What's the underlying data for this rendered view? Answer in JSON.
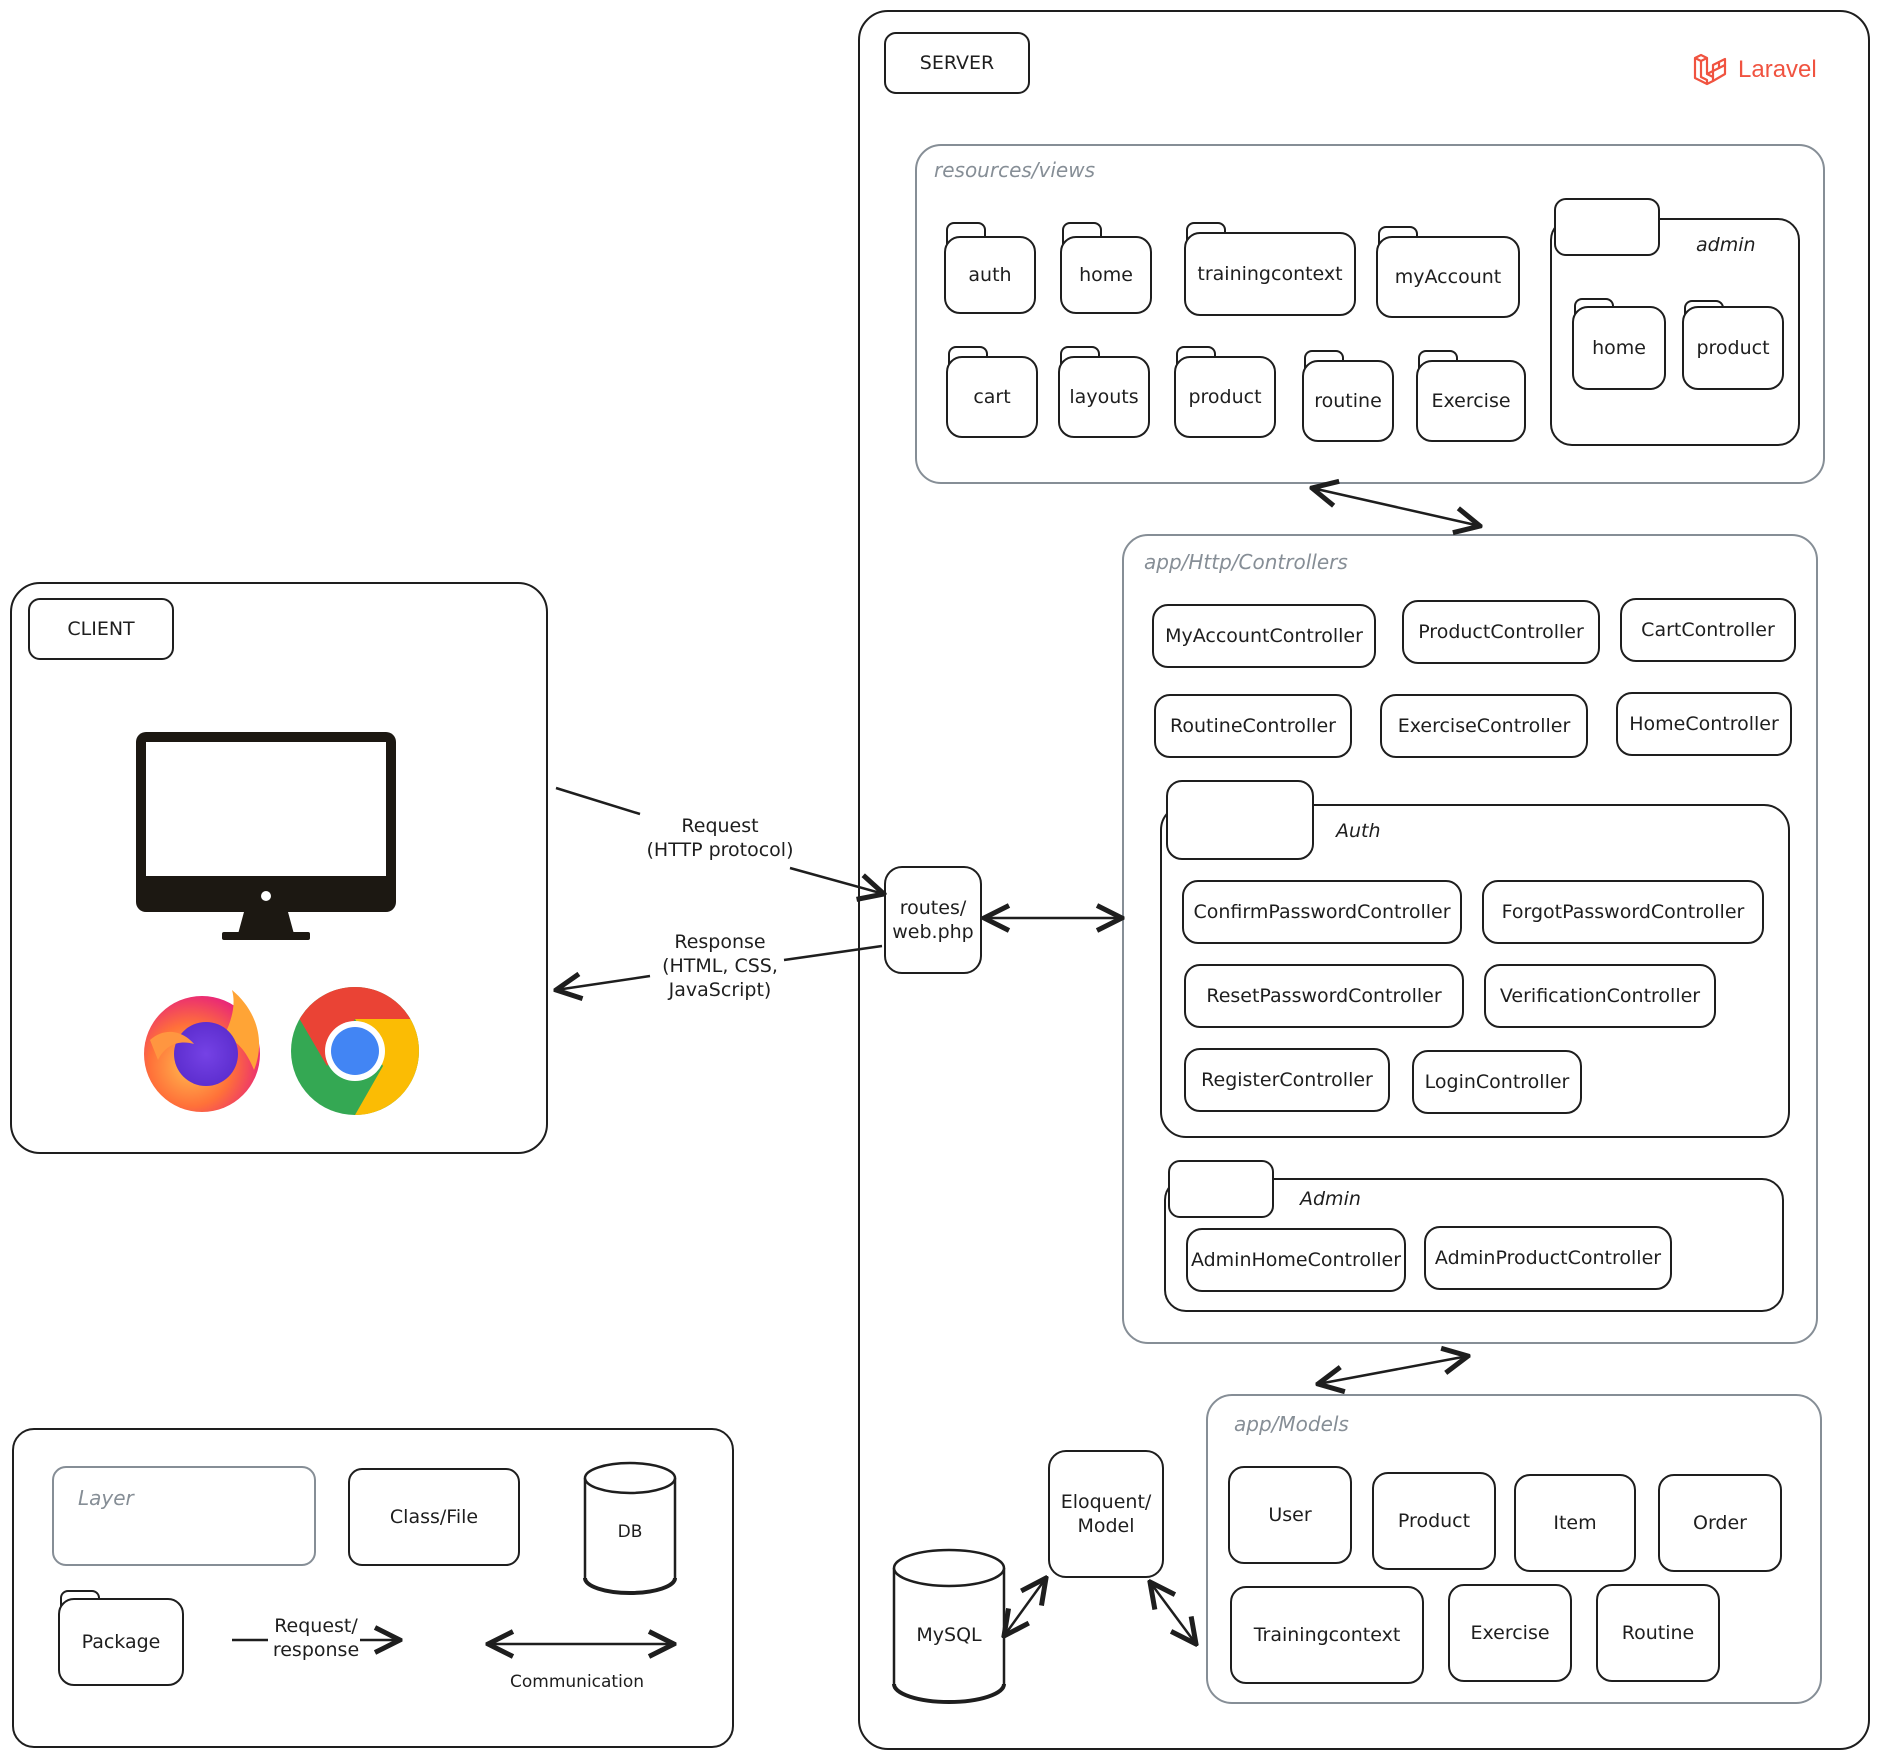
{
  "client": {
    "title": "CLIENT"
  },
  "server": {
    "title": "SERVER",
    "brand": "Laravel",
    "brand_color": "#f05340"
  },
  "views": {
    "label": "resources/views",
    "folders": [
      "auth",
      "home",
      "trainingcontext",
      "myAccount",
      "cart",
      "layouts",
      "product",
      "routine",
      "Exercise"
    ],
    "admin": {
      "label": "admin",
      "folders": [
        "home",
        "product"
      ]
    }
  },
  "controllers": {
    "label": "app/Http/Controllers",
    "items": [
      "MyAccountController",
      "ProductController",
      "CartController",
      "RoutineController",
      "ExerciseController",
      "HomeController"
    ],
    "auth": {
      "label": "Auth",
      "items": [
        "ConfirmPasswordController",
        "ForgotPasswordController",
        "ResetPasswordController",
        "VerificationController",
        "RegisterController",
        "LoginController"
      ]
    },
    "admin": {
      "label": "Admin",
      "items": [
        "AdminHomeController",
        "AdminProductController"
      ]
    }
  },
  "models": {
    "label": "app/Models",
    "items": [
      "User",
      "Product",
      "Item",
      "Order",
      "Trainingcontext",
      "Exercise",
      "Routine"
    ]
  },
  "routes": {
    "label": "routes/\nweb.php"
  },
  "eloquent": {
    "label": "Eloquent/\nModel"
  },
  "db": {
    "label": "MySQL"
  },
  "request": {
    "label": "Request\n(HTTP protocol)"
  },
  "response": {
    "label": "Response\n(HTML, CSS,\nJavaScript)"
  },
  "legend": {
    "layer": "Layer",
    "class_file": "Class/File",
    "db": "DB",
    "package": "Package",
    "request_response": "Request/\nresponse",
    "communication": "Communication"
  },
  "icons": [
    "monitor-icon",
    "firefox-icon",
    "chrome-icon",
    "laravel-logo-icon"
  ]
}
